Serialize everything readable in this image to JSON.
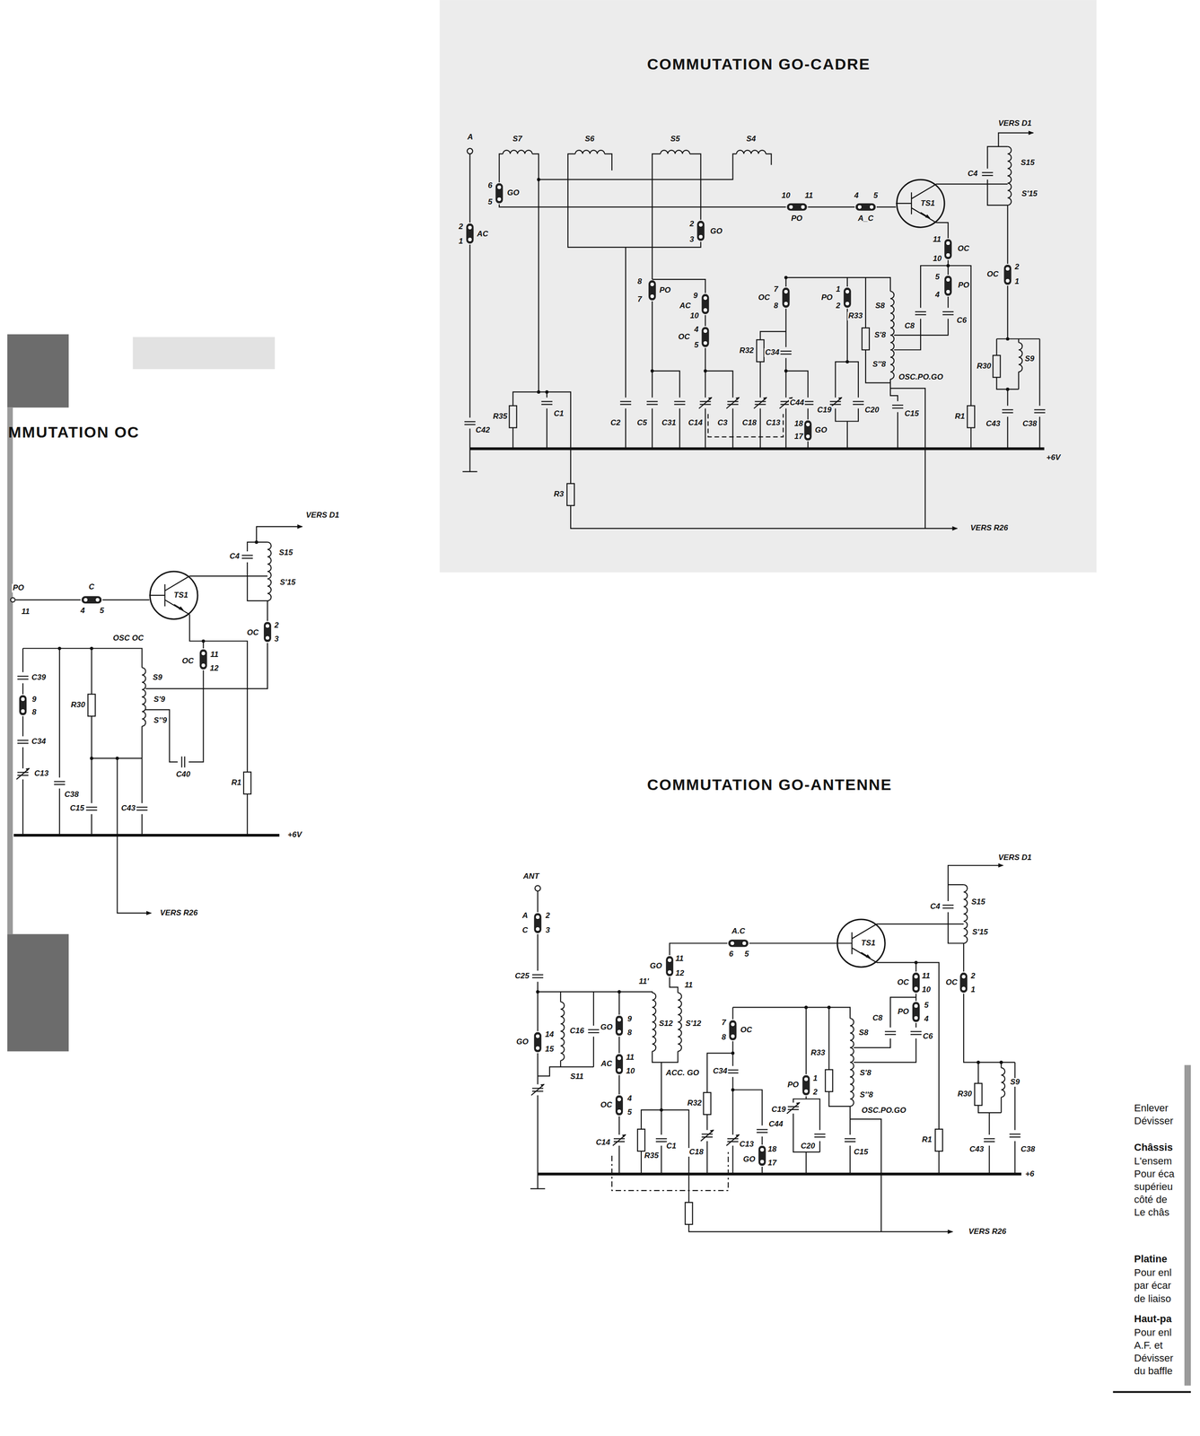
{
  "diagram": {
    "title": "COMMUTATION GO-CADRE",
    "nodes": [
      {
        "text": [
          "TS1"
        ]
      },
      {
        "text": [
          "TS1"
        ]
      },
      {
        "text": [
          "TS1"
        ]
      }
    ],
    "labels": [
      "A",
      "S7",
      "S6",
      "S5",
      "S4",
      "VERS D1",
      "6",
      "GO",
      "5",
      "2",
      "AC",
      "1",
      "10",
      "11",
      "PO",
      "4",
      "5",
      "A_C",
      "C4",
      "S15",
      "S'15",
      "2",
      "GO",
      "3",
      "11",
      "OC",
      "10",
      "5",
      "PO",
      "4",
      "8",
      "PO",
      "7",
      "9",
      "AC",
      "10",
      "4",
      "OC",
      "5",
      "OC",
      "7",
      "8",
      "PO",
      "1",
      "2",
      "C8",
      "S8",
      "S'8",
      "S''8",
      "R33",
      "C34",
      "R32",
      "OC",
      "2",
      "1",
      "R30",
      "S9",
      "C6",
      "C2",
      "C5",
      "C31",
      "C14",
      "C3",
      "C18",
      "C13",
      "C44",
      "C19",
      "C20",
      "18",
      "GO",
      "17",
      "OSC.PO.GO",
      "C15",
      "R1",
      "C43",
      "C38",
      "+6V",
      "C42",
      "R35",
      "C1",
      "R3",
      "VERS R26",
      "MMUTATION OC",
      "VERS D1",
      "PO",
      "11",
      "C",
      "4",
      "5",
      "C4",
      "S15",
      "S'15",
      "OC",
      "2",
      "3",
      "OSC OC",
      "OC",
      "11",
      "12",
      "S9",
      "S'9",
      "S''9",
      "R30",
      "C40",
      "C39",
      "9",
      "8",
      "C34",
      "C13",
      "C38",
      "C15",
      "C43",
      "R1",
      "+6V",
      "VERS R26",
      "COMMUTATION GO-ANTENNE",
      "VERS D1",
      "ANT",
      "A",
      "2",
      "C",
      "3",
      "C25",
      "GO",
      "14",
      "15",
      "C16",
      "GO",
      "9",
      "8",
      "S11",
      "AC",
      "11",
      "10",
      "OC",
      "4",
      "5",
      "C14",
      "R35",
      "C1",
      "S12",
      "S'12",
      "11'",
      "11",
      "ACC. GO",
      "GO",
      "11",
      "12",
      "A.C",
      "6",
      "5",
      "7",
      "8",
      "OC",
      "C34",
      "R32",
      "C18",
      "C13",
      "C44",
      "18",
      "GO",
      "17",
      "PO",
      "1",
      "2",
      "R33",
      "C19",
      "C20",
      "C8",
      "S8",
      "S'8",
      "S''8",
      "OSC.PO.GO",
      "C15",
      "C4",
      "S15",
      "S'15",
      "OC",
      "11",
      "10",
      "PO",
      "5",
      "4",
      "C6",
      "OC",
      "2",
      "1",
      "R30",
      "S9",
      "C43",
      "C38",
      "R1",
      "+6",
      "VERS R26",
      "Enlever",
      "Dévisser",
      "Châssis",
      "L'ensem",
      "Pour éca",
      "supérieu",
      "côté de",
      "Le châs",
      "Platine",
      "Pour enl",
      "par écar",
      "de liaiso",
      "Haut-pa",
      "Pour enl",
      "A.F. et",
      "Dévisser",
      "du baffle"
    ]
  }
}
